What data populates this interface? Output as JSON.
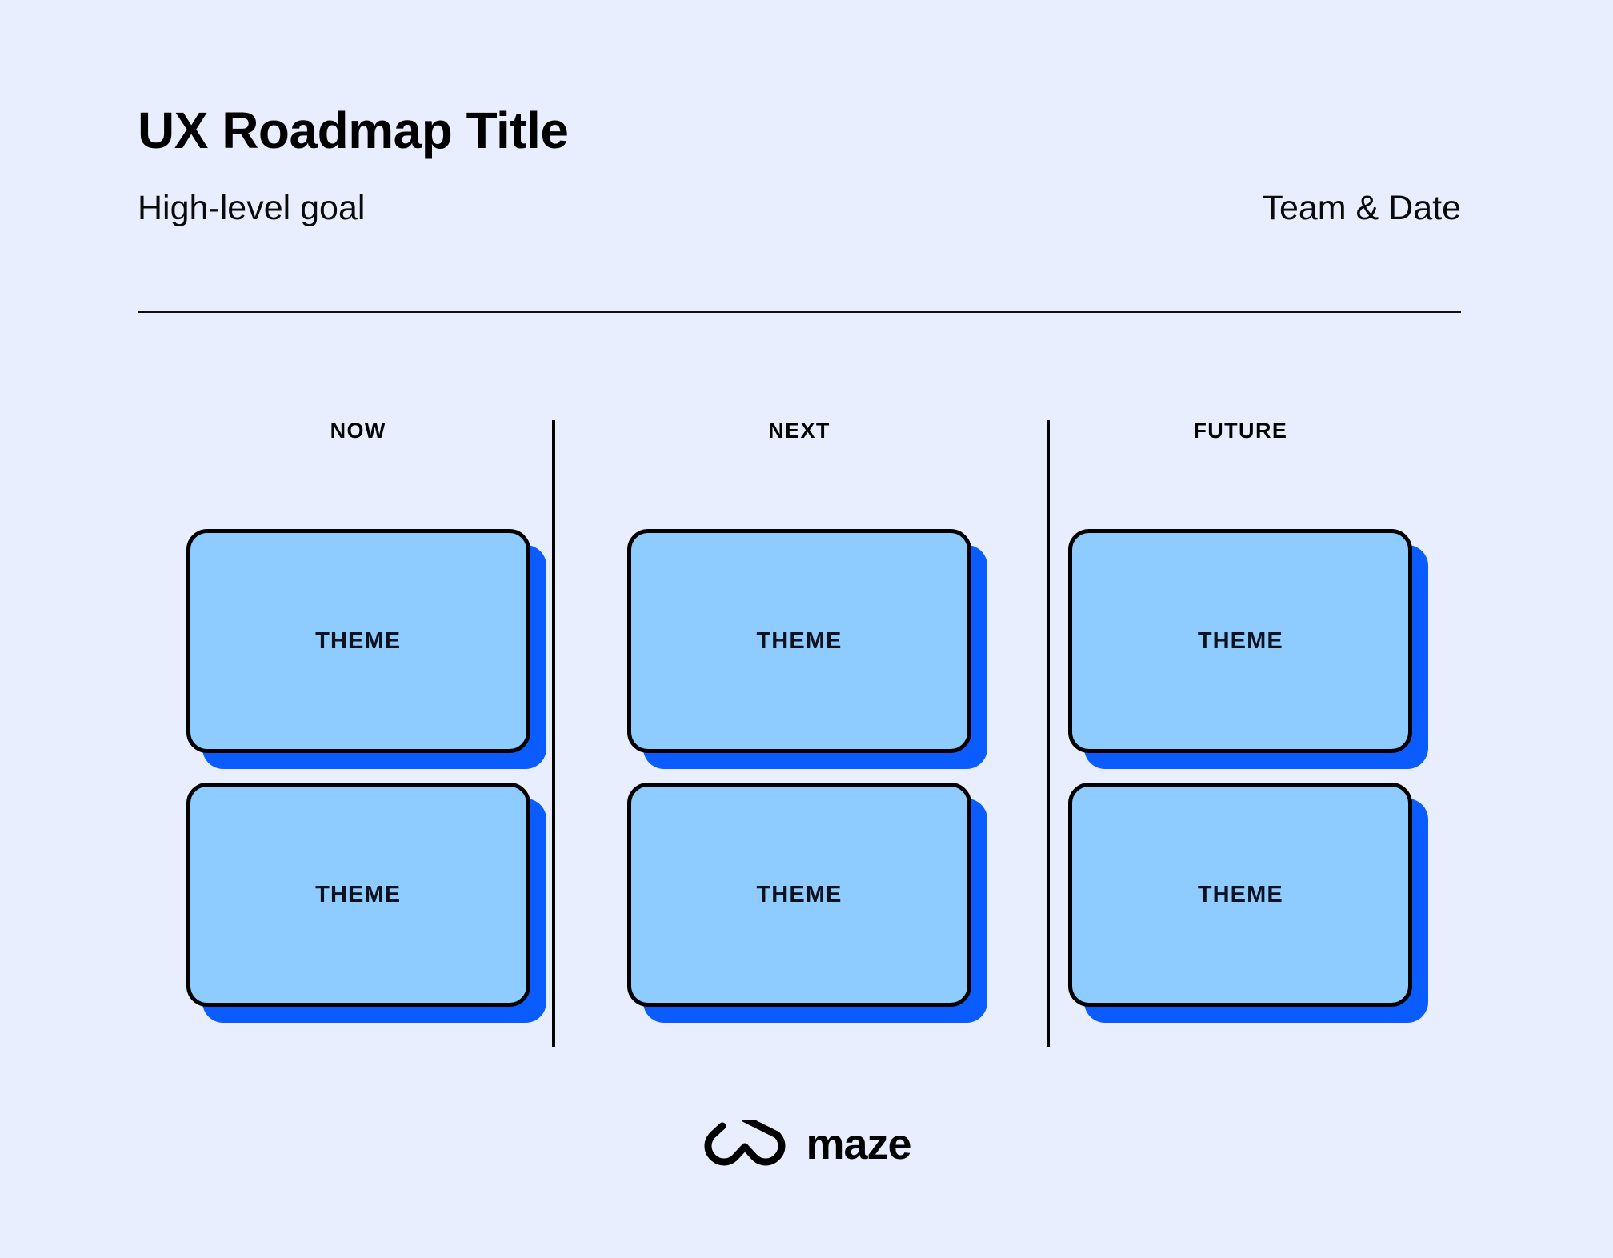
{
  "meta": {
    "background_color": "#E8EEFE",
    "card_fill_color": "#8ECBFE",
    "card_shadow_color": "#0B5CFF",
    "ink_color": "#000000"
  },
  "header": {
    "title": "UX Roadmap Title",
    "subtitle": "High-level goal",
    "meta": "Team & Date"
  },
  "board": {
    "columns": [
      {
        "title": "NOW",
        "cards": [
          {
            "label": "THEME"
          },
          {
            "label": "THEME"
          }
        ]
      },
      {
        "title": "NEXT",
        "cards": [
          {
            "label": "THEME"
          },
          {
            "label": "THEME"
          }
        ]
      },
      {
        "title": "FUTURE",
        "cards": [
          {
            "label": "THEME"
          },
          {
            "label": "THEME"
          }
        ]
      }
    ]
  },
  "footer": {
    "logo_mark": "maze-logo-icon",
    "logo_word": "maze"
  }
}
